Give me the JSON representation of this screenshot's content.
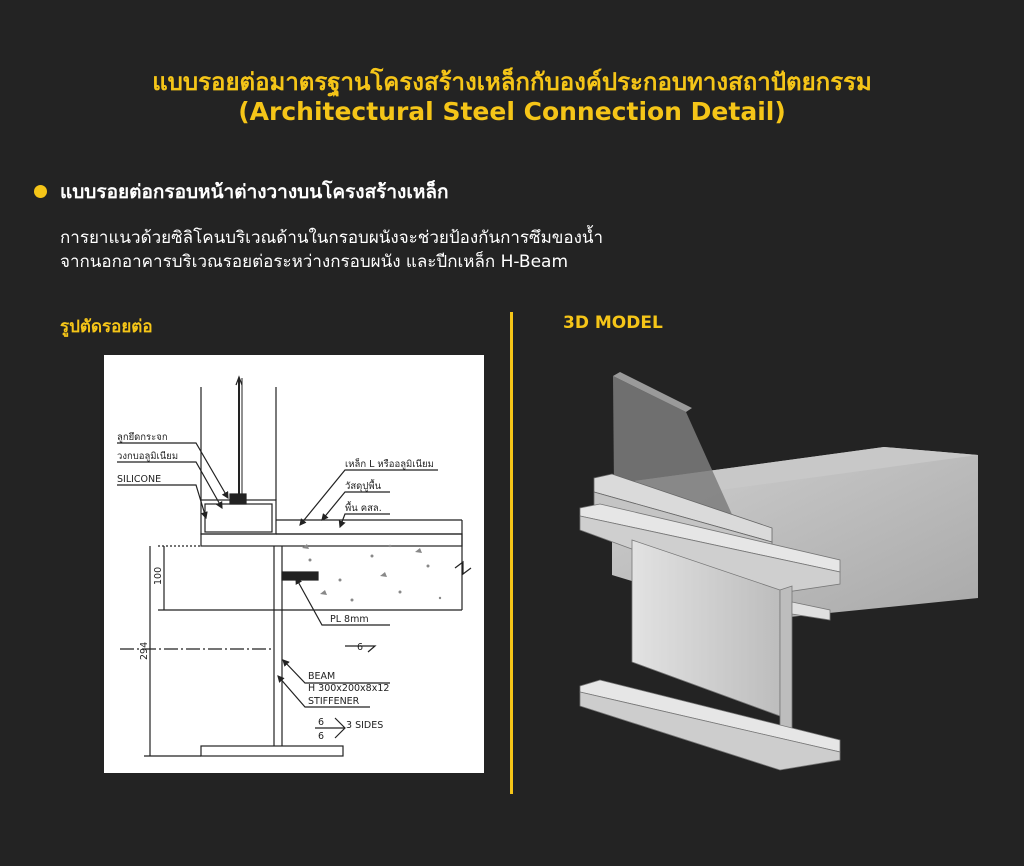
{
  "header": {
    "title_th": "แบบรอยต่อมาตรฐานโครงสร้างเหล็กกับองค์ประกอบทางสถาปัตยกรรม",
    "title_en": "(Architectural Steel Connection Detail)"
  },
  "section": {
    "heading": "แบบรอยต่อกรอบหน้าต่างวางบนโครงสร้างเหล็ก",
    "desc_line1": "การยาแนวด้วยซิลิโคนบริเวณด้านในกรอบผนังจะช่วยป้องกันการซึมของน้ำ",
    "desc_line2": "จากนอกอาคารบริเวณรอยต่อระหว่างกรอบผนัง และปีกเหล็ก H-Beam"
  },
  "left_panel": {
    "title": "รูปตัดรอยต่อ",
    "labels": {
      "glass_clip": "ลูกยึดกระจก",
      "alu_frame": "วงกบอลูมิเนียม",
      "silicone": "SILICONE",
      "angle": "เหล็ก L หรืออลูมิเนียม",
      "floor_finish": "วัสดุปูพื้น",
      "slab": "พื้น คสล.",
      "plate": "PL  8mm",
      "weld_6": "6",
      "beam": "BEAM",
      "beam_size": "H  300x200x8x12",
      "stiffener": "STIFFENER",
      "weld_6a": "6",
      "weld_6b": "6",
      "weld_sides": "3  SIDES"
    },
    "dimensions": {
      "d1": "100",
      "d2": "294"
    }
  },
  "right_panel": {
    "title": "3D MODEL"
  },
  "colors": {
    "background": "#232323",
    "accent": "#f5c518",
    "drawing_bg": "#ffffff"
  }
}
